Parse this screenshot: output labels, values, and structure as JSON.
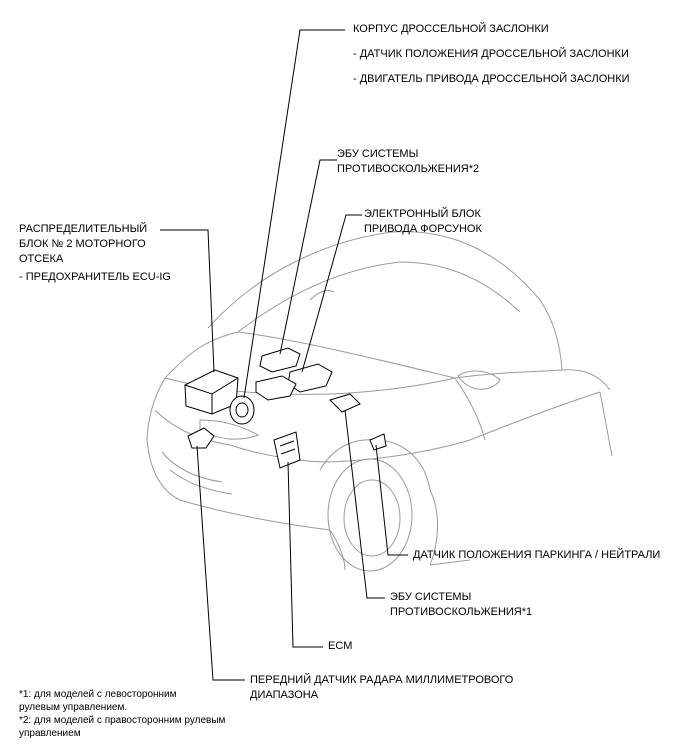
{
  "labels": {
    "throttle_body": {
      "title": "КОРПУС ДРОССЕЛЬНОЙ ЗАСЛОНКИ",
      "item1": "- ДАТЧИК ПОЛОЖЕНИЯ ДРОССЕЛЬНОЙ ЗАСЛОНКИ",
      "item2": "- ДВИГАТЕЛЬ ПРИВОДА ДРОССЕЛЬНОЙ ЗАСЛОНКИ"
    },
    "skid_ecu_2": {
      "line1": "ЭБУ СИСТЕМЫ",
      "line2": "ПРОТИВОСКОЛЬЖЕНИЯ*2"
    },
    "injector_driver": {
      "line1": "ЭЛЕКТРОННЫЙ БЛОК",
      "line2": "ПРИВОДА ФОРСУНОК"
    },
    "relay_block": {
      "line1": "РАСПРЕДЕЛИТЕЛЬНЫЙ",
      "line2": "БЛОК № 2 МОТОРНОГО",
      "line3": "ОТСЕКА",
      "item": "- ПРЕДОХРАНИТЕЛЬ ECU-IG"
    },
    "park_neutral": "ДАТЧИК ПОЛОЖЕНИЯ ПАРКИНГА / НЕЙТРАЛИ",
    "skid_ecu_1": {
      "line1": "ЭБУ СИСТЕМЫ",
      "line2": "ПРОТИВОСКОЛЬЖЕНИЯ*1"
    },
    "ecm": "ECM",
    "radar": {
      "line1": "ПЕРЕДНИЙ ДАТЧИК РАДАРА  МИЛЛИМЕТРОВОГО",
      "line2": "ДИАПАЗОНА"
    }
  },
  "footnotes": {
    "n1_line1": "*1: для моделей с левосторонним",
    "n1_line2": "рулевым управлением.",
    "n2_line1": "*2: для моделей с правосторонним рулевым",
    "n2_line2": "управлением"
  }
}
